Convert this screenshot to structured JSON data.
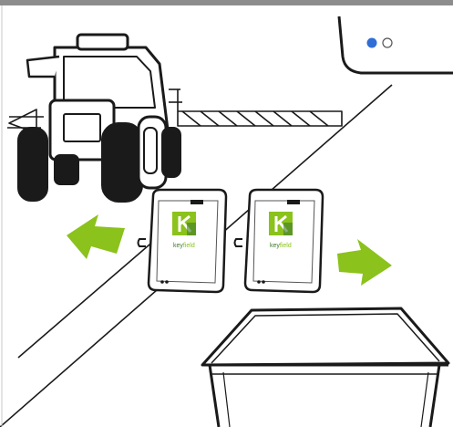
{
  "illustration": {
    "device_left": {
      "brand_prefix": "key",
      "brand_suffix": "field"
    },
    "device_right": {
      "brand_prefix": "key",
      "brand_suffix": "field"
    },
    "status_leds": {
      "active": 1,
      "total": 2
    }
  },
  "colors": {
    "outline": "#1a1a1a",
    "arrow_green": "#8bc21c",
    "logo_green": "#8bc21c",
    "logo_dark_green": "#3d7a2b",
    "led_blue": "#2f6ed6",
    "top_bar": "#8d8d8d"
  },
  "icons": [
    "tractor-sprayer",
    "data-logger-device",
    "export-arrow-icon",
    "import-arrow-icon",
    "storage-tub",
    "monitor-screen"
  ]
}
